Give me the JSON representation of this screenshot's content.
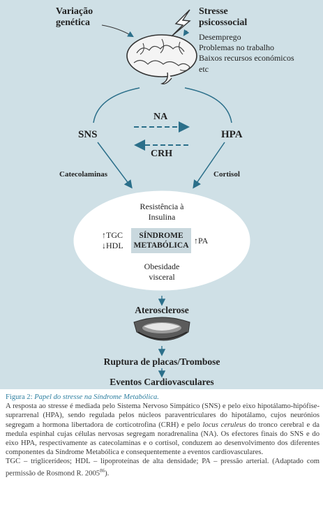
{
  "diagram": {
    "top_left": {
      "line1": "Variação",
      "line2": "genética"
    },
    "top_right": {
      "line1": "Stresse",
      "line2": "psicossocial"
    },
    "stress_factors": [
      "Desemprego",
      "Problemas no trabalho",
      "Baixos recursos económicos",
      "etc"
    ],
    "sns": "SNS",
    "hpa": "HPA",
    "na": "NA",
    "crh": "CRH",
    "catecolaminas": "Catecolaminas",
    "cortisol": "Cortisol",
    "oval": {
      "resistencia": {
        "line1": "Resistência à",
        "line2": "Insulina"
      },
      "tgc": "TGC",
      "hdl": "HDL",
      "sindrome": {
        "line1": "SÍNDROME",
        "line2": "METABÓLICA"
      },
      "pa": "PA",
      "obesidade": {
        "line1": "Obesidade",
        "line2": "visceral"
      }
    },
    "aterosclerose": "Aterosclerose",
    "ruptura": "Ruptura de placas/Trombose",
    "eventos": "Eventos Cardiovasculares"
  },
  "caption": {
    "label": "Figura 2:",
    "title": "Papel do stresse na Síndrome Metabólica.",
    "para1_a": "A resposta ao stresse é mediada pelo Sistema Nervoso Simpático (SNS) e pelo eixo hipotálamo-hipófise-suprarrenal (HPA), sendo regulada pelos núcleos paraventriculares do hipotálamo, cujos neurónios segregam a hormona libertadora de corticotrofina (CRH) e pelo",
    "para1_italic": "locus ceruleus",
    "para1_b": "do tronco cerebral e da medula espinhal cujas células nervosas segregam noradrenalina (NA). Os efectores finais do SNS e do eixo HPA, respectivamente as catecolaminas e o cortisol, conduzem ao desenvolvimento dos diferentes componentes da Síndrome Metabólica e consequentemente a eventos cardiovasculares.",
    "para2": "TGC – triglicerídeos; HDL – lipoproteínas de alta densidade; PA – pressão arterial. (Adaptado com permissão de Rosmond R. 2005",
    "ref": "86",
    "para2_end": ")."
  },
  "colors": {
    "panel": "#cfe0e6",
    "arrow": "#2b6f8a",
    "caption_accent": "#2e7fa0",
    "highlight": "#c9d8de"
  }
}
